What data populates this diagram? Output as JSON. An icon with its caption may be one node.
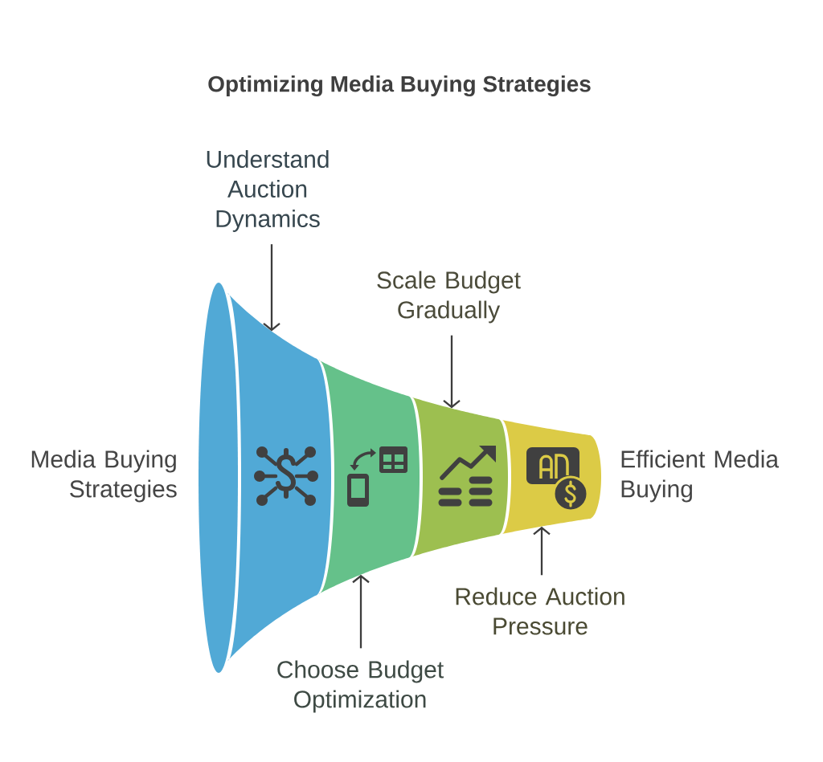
{
  "diagram": {
    "title": "Optimizing Media Buying Strategies",
    "nodes": [
      {
        "text": [
          "Understand Auction Dynamics"
        ]
      },
      {
        "text": [
          "Scale Budget Gradually"
        ]
      },
      {
        "text": [
          "Choose Budget Optimization"
        ]
      },
      {
        "text": [
          "Reduce Auction Pressure"
        ]
      },
      {
        "text": [],
        "shape": "ellipse",
        "beside": [
          "Media Buying Strategies"
        ]
      },
      {
        "text": [],
        "shape": "band"
      },
      {
        "text": [],
        "shape": "band"
      },
      {
        "text": [],
        "shape": "band"
      },
      {
        "text": [],
        "shape": "band",
        "beside": [
          "Efficient Media Buying"
        ]
      }
    ],
    "edges": [
      {
        "from": 0,
        "to": 5,
        "arrow": "to"
      },
      {
        "from": 1,
        "to": 7,
        "arrow": "to"
      },
      {
        "from": 2,
        "to": 6,
        "arrow": "to"
      },
      {
        "from": 3,
        "to": 8,
        "arrow": "to"
      }
    ]
  }
}
